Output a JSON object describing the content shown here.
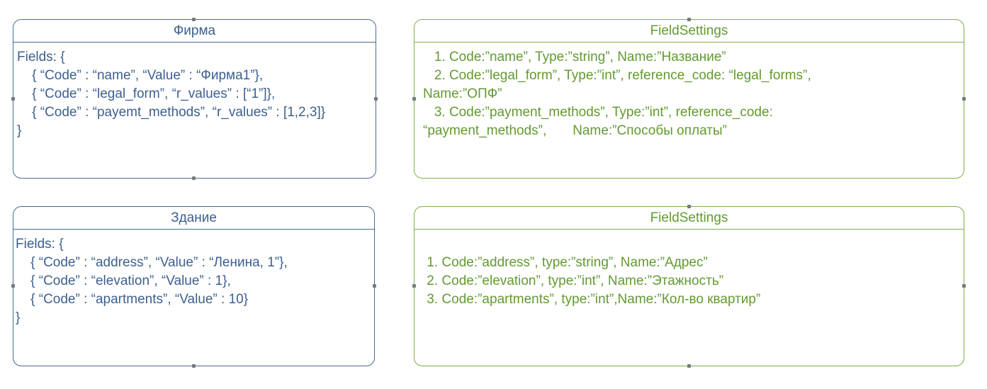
{
  "boxes": {
    "firma": {
      "title": "Фирма",
      "lines": [
        "Fields: {",
        "    { “Code” : “name”, “Value” : “Фирма1”},",
        "    { “Code” : “legal_form”, “r_values” : [“1”]},",
        "    { “Code” : “payemt_methods”, “r_values” : [1,2,3]}",
        "}"
      ]
    },
    "firma_settings": {
      "title": "FieldSettings",
      "lines": [
        "   1. Code:”name”, Type:”string”, Name:”Название”",
        "   2. Code:”legal_form”, Type:”int”, reference_code: “legal_forms”,",
        "Name:”ОПФ”",
        "   3. Code:”payment_methods”, Type:”int”, reference_code:",
        "“payment_methods”,       Name:”Способы оплаты”"
      ]
    },
    "zdanie": {
      "title": "Здание",
      "lines": [
        "Fields: {",
        "    { “Code” : “address”, “Value” : “Ленина, 1”},",
        "    { “Code” : “elevation”, “Value” : 1},",
        "    { “Code” : “apartments”, “Value” : 10}",
        "}"
      ]
    },
    "zdanie_settings": {
      "title": "FieldSettings",
      "lines": [
        "",
        " 1. Code:”address”, type:”string”, Name:”Адрес”",
        " 2. Code:”elevation”, type:”int”, Name:”Этажность”",
        " 3. Code:”apartments”, type:”int”,Name:”Кол-во квартир”"
      ]
    }
  },
  "colors": {
    "blue_border": "#4a6a96",
    "blue_text": "#3d5f8f",
    "green_border": "#7fae4a",
    "green_text": "#639a32"
  }
}
